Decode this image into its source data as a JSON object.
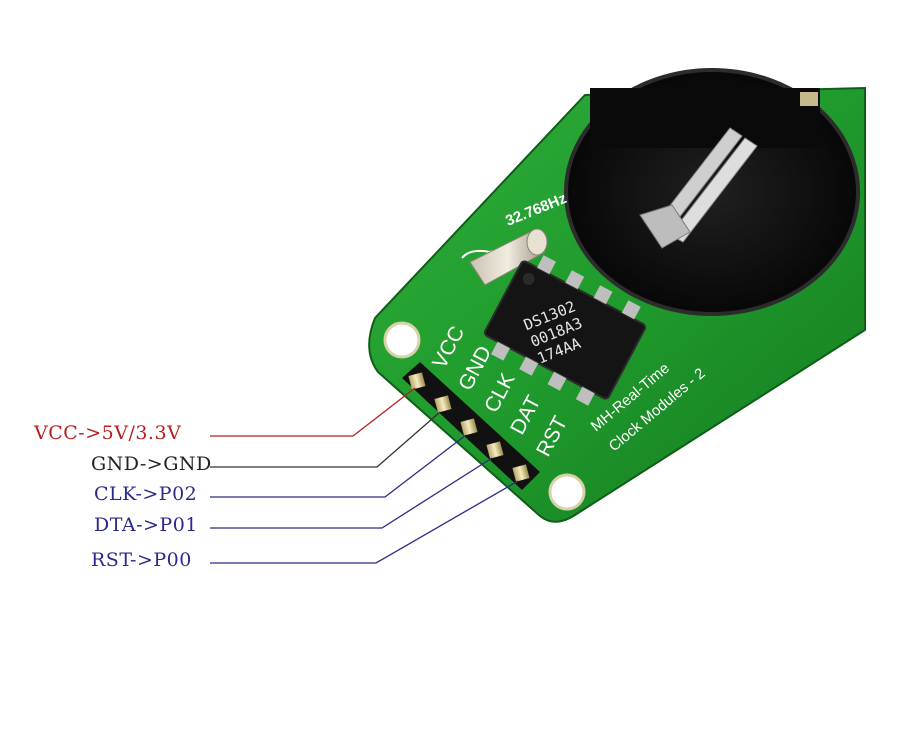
{
  "board": {
    "crystal_text": "32.768Hz",
    "chip_lines": [
      "DS1302",
      "0018A3",
      "174AA"
    ],
    "header_pins": [
      "VCC",
      "GND",
      "CLK",
      "DAT",
      "RST"
    ],
    "module_name_line1": "MH-Real-Time",
    "module_name_line2": "Clock Modules - 2"
  },
  "wiring": [
    {
      "label": "VCC->5V/3.3V",
      "color": "#b81e1e"
    },
    {
      "label": "GND->GND",
      "color": "#222222"
    },
    {
      "label": "CLK->P02",
      "color": "#2a2a8a"
    },
    {
      "label": "DTA->P01",
      "color": "#2a2a8a"
    },
    {
      "label": "RST->P00",
      "color": "#2a2a8a"
    }
  ]
}
